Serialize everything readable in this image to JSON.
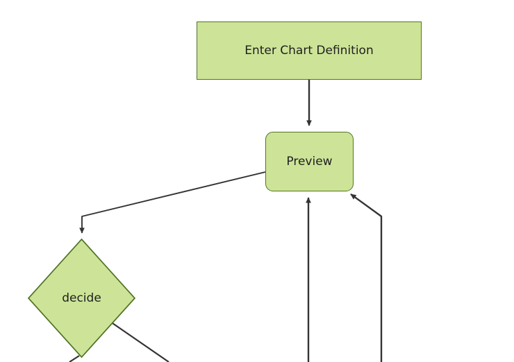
{
  "diagram": {
    "type": "flowchart",
    "title": "",
    "background_color": "#ffffff",
    "node_fill_color": "#cde498",
    "node_border_color": "#4f7324",
    "edge_color": "#333333",
    "text_color": "#1f1f1f",
    "nodes": [
      {
        "id": "enter-chart-definition",
        "label": "Enter Chart Definition",
        "shape": "rectangle"
      },
      {
        "id": "preview",
        "label": "Preview",
        "shape": "rounded-rectangle"
      },
      {
        "id": "decide",
        "label": "decide",
        "shape": "diamond"
      }
    ],
    "edges": [
      {
        "from": "enter-chart-definition",
        "to": "preview",
        "label": "",
        "arrow": "down"
      },
      {
        "from": "preview",
        "to": "decide",
        "label": "",
        "arrow": "down"
      },
      {
        "from": "offscreen-bottom-center",
        "to": "preview",
        "label": "",
        "arrow": "up"
      },
      {
        "from": "offscreen-bottom-right",
        "to": "preview",
        "label": "",
        "arrow": "up-left"
      },
      {
        "from": "decide",
        "to": "offscreen-bottom-left",
        "label": "",
        "arrow": "none"
      },
      {
        "from": "decide",
        "to": "offscreen-bottom-right",
        "label": "",
        "arrow": "none"
      }
    ]
  }
}
